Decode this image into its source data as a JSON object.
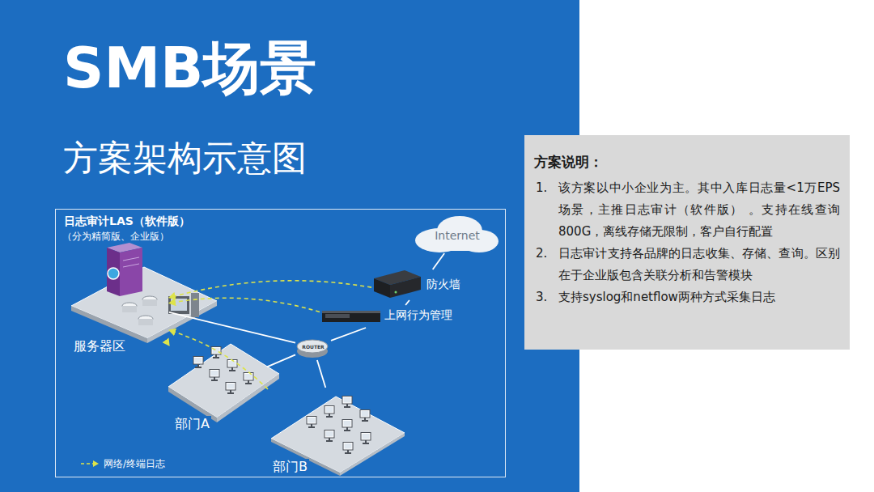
{
  "diagram": {
    "title": "SMB场景",
    "nodes": [
      {
        "text": [
          "日志审计LAS（软件版）",
          "（分为精简版、企业版）"
        ]
      },
      {
        "text": [
          "Internet"
        ],
        "in": 0
      },
      {
        "text": [
          "防火墙"
        ],
        "in": 0
      },
      {
        "text": [
          "上网行为管理"
        ],
        "in": 0
      },
      {
        "text": [
          "ROUTER"
        ],
        "in": 0
      },
      {
        "text": [
          "服务器区"
        ],
        "in": 0
      },
      {
        "text": [
          "部门A"
        ],
        "in": 0
      },
      {
        "text": [
          "部门B"
        ],
        "in": 0
      },
      {
        "text": [
          "方案说明：",
          "该方案以中小企业为主。其中入库日志量<1万EPS场景，主推日志审计（软件版） 。支持在线查询800G，离线存储无限制，客户自行配置",
          "日志审计支持各品牌的日志收集、存储、查询。区别在于企业版包含关联分析和告警模块",
          "支持syslog和netflow两种方式采集日志"
        ]
      }
    ],
    "edges": [
      {
        "from": 1,
        "to": 2,
        "arrow": "none"
      },
      {
        "from": 2,
        "to": 3,
        "arrow": "none"
      },
      {
        "from": 3,
        "to": 4,
        "arrow": "none"
      },
      {
        "from": 4,
        "to": 5,
        "arrow": "none"
      },
      {
        "from": 4,
        "to": 6,
        "arrow": "none"
      },
      {
        "from": 4,
        "to": 7,
        "arrow": "none"
      },
      {
        "from": 2,
        "to": 5,
        "arrow": "to"
      },
      {
        "from": 3,
        "to": 5,
        "arrow": "to"
      },
      {
        "from": 6,
        "to": 5,
        "arrow": "to"
      },
      {
        "from": 7,
        "to": 5,
        "arrow": "to"
      }
    ],
    "labels": [
      "方案架构示意图",
      "1.",
      "2.",
      "3."
    ],
    "legend": [
      {
        "text": "网络/终端日志"
      }
    ]
  }
}
